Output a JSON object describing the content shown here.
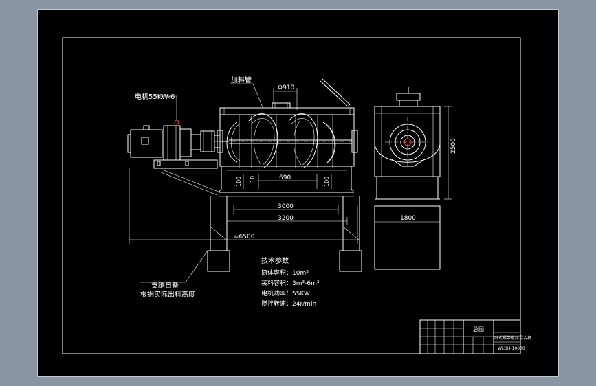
{
  "drawing": {
    "labels": {
      "motor": "电机55KW-6",
      "feed_port": "加料管",
      "support_note_1": "支腿自备",
      "support_note_2": "根据实际出料高度"
    },
    "dimensions": {
      "pitch": "Φ910",
      "height": "2500",
      "width_side": "1800",
      "inner_a": "100",
      "inner_b": "10",
      "inner_c": "690",
      "inner_d": "100",
      "len_inner": "3000",
      "len_total": "3200",
      "overall": "≈6500"
    },
    "specs": {
      "title": "技术参数",
      "items": [
        "筒体容积：10m³",
        "装料容积：3m³-6m³",
        "电机功率：55KW",
        "搅拌转速：24r/min"
      ]
    },
    "title_block": {
      "company": "总图",
      "name": "卧式螺带搅拌混合机",
      "code": "WLDH-10000"
    },
    "colors": {
      "sheet": "#000000",
      "frame": "#8a95a3",
      "line": "#ffffff",
      "accent": "#ff4040"
    }
  }
}
